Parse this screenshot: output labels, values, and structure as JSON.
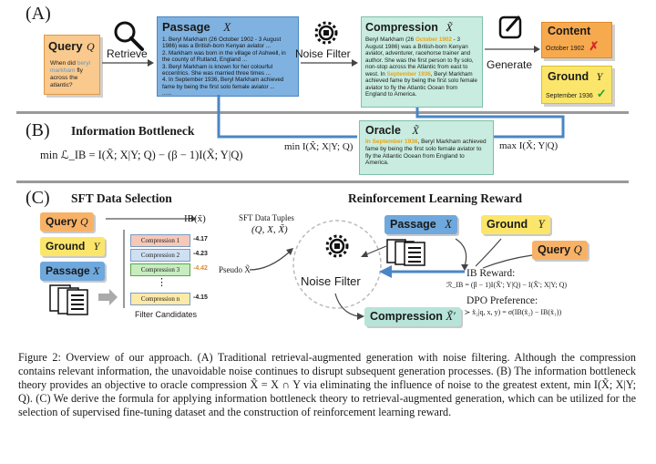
{
  "section_a": {
    "label": "(A)",
    "query": {
      "title": "Query",
      "var": "Q",
      "text_pre": "When did ",
      "text_hl": "beryl markham",
      "text_post": " fly across the atlantic?"
    },
    "retrieve": "Retrieve",
    "passage": {
      "title": "Passage",
      "var": "X",
      "items": [
        "1. Beryl Markham (26 October 1902 - 3 August 1986) was a British-born Kenyan aviator ...",
        "2. Markham was born in the village of Ashwell, in the county of Rutland, England ...",
        "3. Beryl Markham is known for her colourful eccentrics. She was married three times ...",
        "4. In September 1936, Beryl Markham achieved fame by being the first solo female aviator ..."
      ],
      "ellipsis": "......"
    },
    "noise_filter": "Noise Filter",
    "compression": {
      "title": "Compression",
      "var": "X̃",
      "t1": "Beryl Markham (26 ",
      "h1": "October 1902",
      "t2": " - 3 August 1986) was a British-born Kenyan aviator, adventurer, racehorse trainer and author. She was the first person to fly solo, non-stop across the Atlantic from east to west. In ",
      "h2": "September 1936",
      "t3": ", Beryl Markham achieved fame by being the first solo female aviator to fly the Atlantic Ocean from England to America."
    },
    "generate": "Generate",
    "content": {
      "title": "Content",
      "value": "October 1902",
      "mark": "✗"
    },
    "ground": {
      "title": "Ground",
      "var": "Y",
      "value": "September 1936",
      "mark": "✓"
    }
  },
  "section_b": {
    "label": "(B)",
    "title": "Information Bottleneck",
    "objective": "min ℒ_IB = I(X̃; X|Y; Q) − (β − 1)I(X̃; Y|Q)",
    "left_formula": "min I(X̃; X|Y; Q)",
    "right_formula": "max I(X̃; Y|Q)",
    "oracle": {
      "title": "Oracle",
      "var": "X̃",
      "hl": "In September 1936",
      "text": ", Beryl Markham achieved fame by being the first solo female aviator to fly the Atlantic Ocean from England to America."
    }
  },
  "section_c": {
    "label": "(C)",
    "sft_title": "SFT Data Selection",
    "rl_title": "Reinforcement Learning Reward",
    "ib_label": "IB(x̃)",
    "query": {
      "title": "Query",
      "var": "Q"
    },
    "ground": {
      "title": "Ground",
      "var": "Y"
    },
    "passage": {
      "title": "Passage",
      "var": "X"
    },
    "candidates": [
      {
        "label": "Compression 1",
        "score": "-4.17"
      },
      {
        "label": "Compression 2",
        "score": "-4.23"
      },
      {
        "label": "Compression 3",
        "score": "-4.42"
      },
      {
        "label": "Compression n",
        "score": "-4.15"
      }
    ],
    "vdots": "⋮",
    "filter_candidates": "Filter Candidates",
    "pseudo": "Pseudo X̃",
    "sft_tuples_label": "SFT Data Tuples",
    "sft_tuples": "(Q, X, X̃)",
    "noise_filter": "Noise Filter",
    "rl_passage": {
      "title": "Passage",
      "var": "X"
    },
    "rl_ground": {
      "title": "Ground",
      "var": "Y"
    },
    "rl_query": {
      "title": "Query",
      "var": "Q"
    },
    "rl_compression": {
      "title": "Compression",
      "var": "X̃′"
    },
    "ib_reward": "IB Reward:",
    "ib_reward_formula": "ℛ_IB = (β − 1)I(X̃′; Y|Q) − I(X̃′; X|Y; Q)",
    "dpo": "DPO Preference:",
    "dpo_formula": "p*(x̃₁ ≻ x̃₂|q, x, y) = σ(IB(x̃₂) − IB(x̃₁))"
  },
  "caption": "Figure 2: Overview of our approach. (A) Traditional retrieval-augmented generation with noise filtering. Although the compression contains relevant information, the unavoidable noise continues to disrupt subsequent generation processes. (B) The information bottleneck theory provides an objective to oracle compression X̃ = X ∩ Y via eliminating the influence of noise to the greatest extent, min I(X̃; X|Y; Q). (C) We derive the formula for applying information bottleneck theory to retrieval-augmented generation, which can be utilized for the selection of supervised fine-tuning dataset and the construction of reinforcement learning reward.",
  "colors": {
    "query": "#f7b267",
    "passage": "#6fa8dc",
    "compression": "#b7e4d8",
    "content": "#f6a84b",
    "ground": "#fbe66b",
    "arrow": "#4a86c5",
    "divider": "#9a9a9a"
  }
}
